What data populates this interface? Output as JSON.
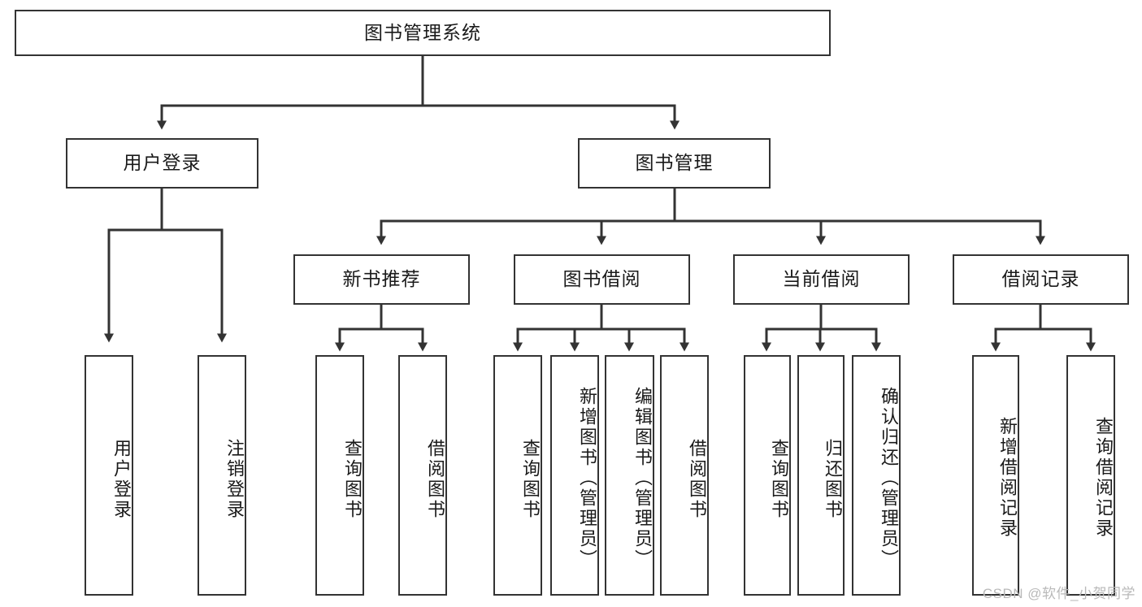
{
  "diagram": {
    "title": "图书管理系统",
    "type": "tree-hierarchy-chart",
    "orientation": "top-down",
    "colors": {
      "node_border": "#333333",
      "node_fill": "#ffffff",
      "edge": "#333333",
      "text": "#1a1a1a",
      "watermark": "#b9b9b9",
      "background": "#ffffff"
    },
    "root": {
      "id": "root",
      "label": "图书管理系统"
    },
    "level2": [
      {
        "id": "user-login",
        "label": "用户登录"
      },
      {
        "id": "book-management",
        "label": "图书管理"
      }
    ],
    "level3": [
      {
        "id": "new-book-recommend",
        "label": "新书推荐",
        "parent": "book-management"
      },
      {
        "id": "book-borrow",
        "label": "图书借阅",
        "parent": "book-management"
      },
      {
        "id": "current-borrow",
        "label": "当前借阅",
        "parent": "book-management"
      },
      {
        "id": "borrow-record",
        "label": "借阅记录",
        "parent": "book-management"
      }
    ],
    "leaves": {
      "user-login": [
        {
          "id": "leaf-user-login",
          "label": "用户登录"
        },
        {
          "id": "leaf-logout",
          "label": "注销登录"
        }
      ],
      "new-book-recommend": [
        {
          "id": "leaf-query-book-1",
          "label": "查询图书"
        },
        {
          "id": "leaf-borrow-book-1",
          "label": "借阅图书"
        }
      ],
      "book-borrow": [
        {
          "id": "leaf-query-book-2",
          "label": "查询图书"
        },
        {
          "id": "leaf-add-book",
          "label": "新增图书（管理员）"
        },
        {
          "id": "leaf-edit-book",
          "label": "编辑图书（管理员）"
        },
        {
          "id": "leaf-borrow-book-2",
          "label": "借阅图书"
        }
      ],
      "current-borrow": [
        {
          "id": "leaf-query-book-3",
          "label": "查询图书"
        },
        {
          "id": "leaf-return-book",
          "label": "归还图书"
        },
        {
          "id": "leaf-confirm-return",
          "label": "确认归还（管理员）"
        }
      ],
      "borrow-record": [
        {
          "id": "leaf-add-record",
          "label": "新增借阅记录"
        },
        {
          "id": "leaf-query-record",
          "label": "查询借阅记录"
        }
      ]
    }
  },
  "watermark": {
    "text": "CSDN @软件_小贺同学"
  }
}
